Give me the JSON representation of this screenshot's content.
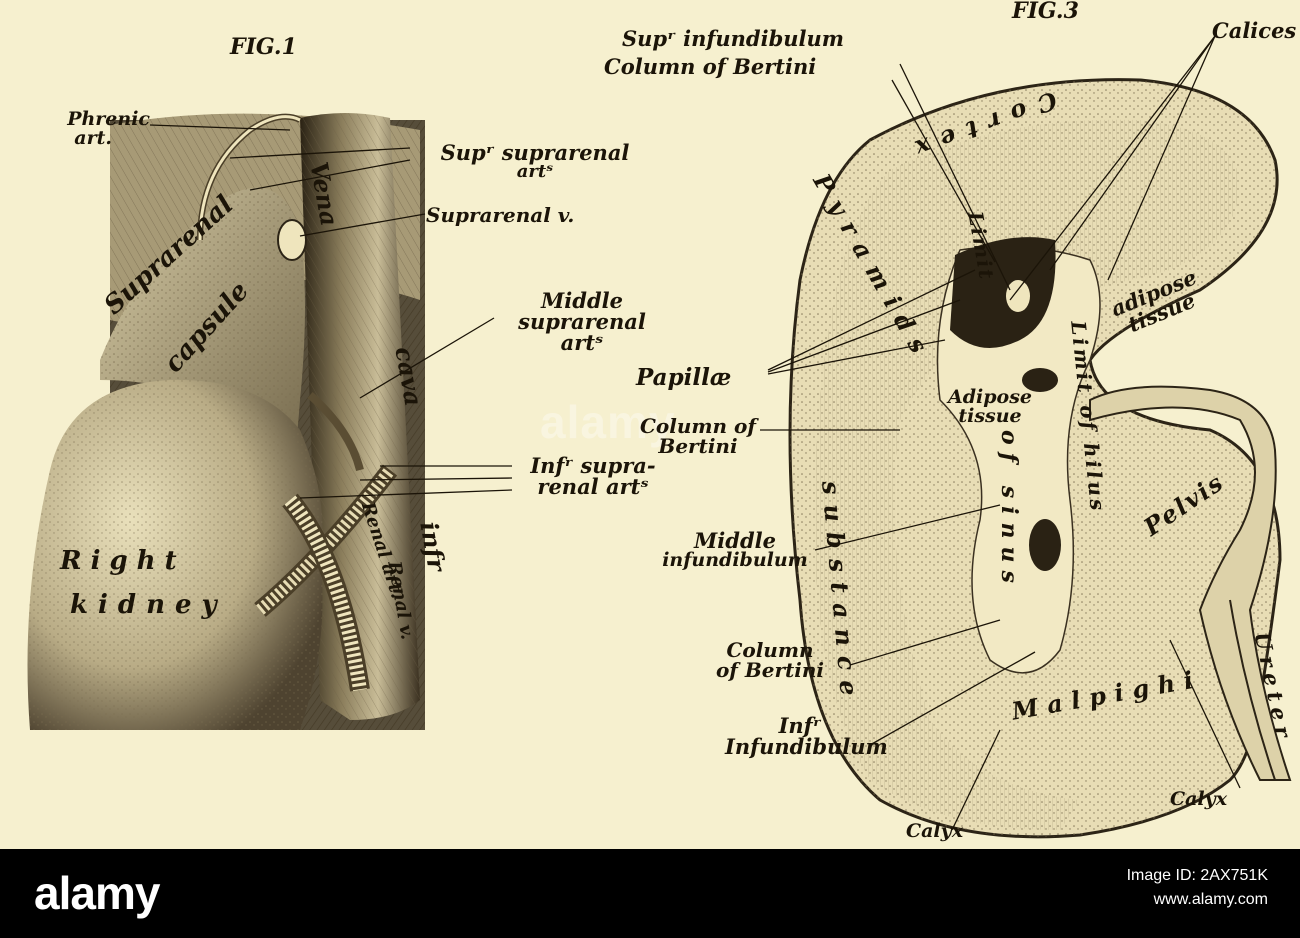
{
  "figures": {
    "fig1": "FIG.1",
    "fig3": "FIG.3"
  },
  "labels_fig1": {
    "phrenic_1": "Phrenic",
    "phrenic_2": "art.",
    "sup_suprarenal_1": "Supʳ suprarenal",
    "sup_suprarenal_2": "artˢ",
    "suprarenal_v": "Suprarenal v.",
    "middle_1": "Middle",
    "middle_2": "suprarenal",
    "middle_3": "artˢ",
    "inf_supra_1": "Infʳ supra-",
    "inf_supra_2": "renal artˢ",
    "suprarenal_capsule_1": "Suprarenal",
    "suprarenal_capsule_2": "capsule",
    "vena": "Vena",
    "cava": "cava",
    "infr": "infr",
    "renal_v": "Renal v.",
    "renal_art": "Renal art.",
    "right_kidney_1": "Right",
    "right_kidney_2": "kidney"
  },
  "labels_fig3": {
    "sup_infundibulum": "Supʳ infundibulum",
    "column_bertini_top": "Column of Bertini",
    "calices": "Calices",
    "papillae": "Papillæ",
    "column_mid_1": "Column of",
    "column_mid_2": "Bertini",
    "middle_inf_1": "Middle",
    "middle_inf_2": "infundibulum",
    "column_low_1": "Column",
    "column_low_2": "of Bertini",
    "inf_inf_1": "Infʳ",
    "inf_inf_2": "Infundibulum",
    "calyx_left": "Calyx",
    "calyx_right": "Calyx",
    "cortex": "Cortex",
    "pyramids": "Pyramids",
    "limit_top": "Limit",
    "adipose_1": "adipose",
    "adipose_2": "tissue",
    "adipose_inner_1": "Adipose",
    "adipose_inner_2": "tissue",
    "limit_of_hilus": "Limit of hilus",
    "pelvis": "Pelvis",
    "substance": "substance",
    "of_sinus": "of sinus",
    "malpighi": "Malpighi",
    "ureter": "Ureter"
  },
  "watermark": "alamy",
  "footer": {
    "logo": "alamy",
    "image_id": "Image ID: 2AX751K",
    "site": "www.alamy.com"
  },
  "colors": {
    "paper": "#f6f0cf",
    "ink": "#1b1408",
    "footer": "#000000"
  }
}
